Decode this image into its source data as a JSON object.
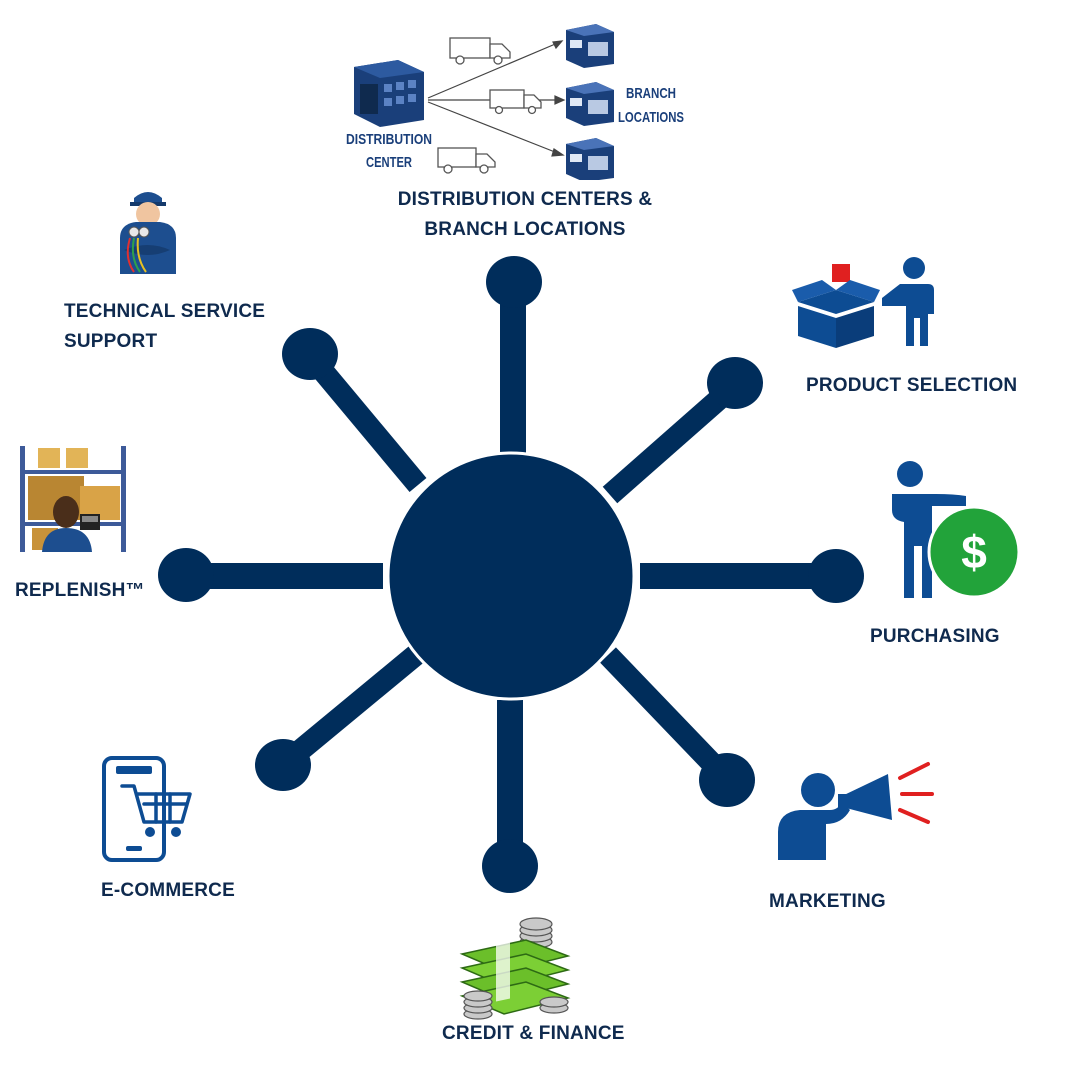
{
  "colors": {
    "hub": "#002d5b",
    "label": "#0f2a4e",
    "accent_green": "#22a33a",
    "accent_red": "#e02020",
    "box": "#0d4c93",
    "cash": "#6bbf2a"
  },
  "hub": {
    "icon": "network-hub-icon"
  },
  "nodes": {
    "distribution": {
      "label_line1": "DISTRIBUTION CENTERS &",
      "label_line2": "BRANCH LOCATIONS",
      "icon": "distribution-network-icon",
      "diagram": {
        "origin_line1": "DISTRIBUTION",
        "origin_line2": "CENTER",
        "destination_line1": "BRANCH",
        "destination_line2": "LOCATIONS"
      }
    },
    "product_selection": {
      "label": "PRODUCT SELECTION",
      "icon": "product-box-icon"
    },
    "purchasing": {
      "label": "PURCHASING",
      "icon": "dollar-coin-icon"
    },
    "marketing": {
      "label": "MARKETING",
      "icon": "megaphone-icon"
    },
    "credit_finance": {
      "label": "CREDIT & FINANCE",
      "icon": "money-stack-icon"
    },
    "ecommerce": {
      "label": "E-COMMERCE",
      "icon": "mobile-cart-icon"
    },
    "replenish": {
      "label": "REPLENISH™",
      "icon": "warehouse-shelf-icon"
    },
    "technical_service": {
      "label_line1": "TECHNICAL SERVICE",
      "label_line2": "SUPPORT",
      "icon": "technician-icon"
    }
  }
}
